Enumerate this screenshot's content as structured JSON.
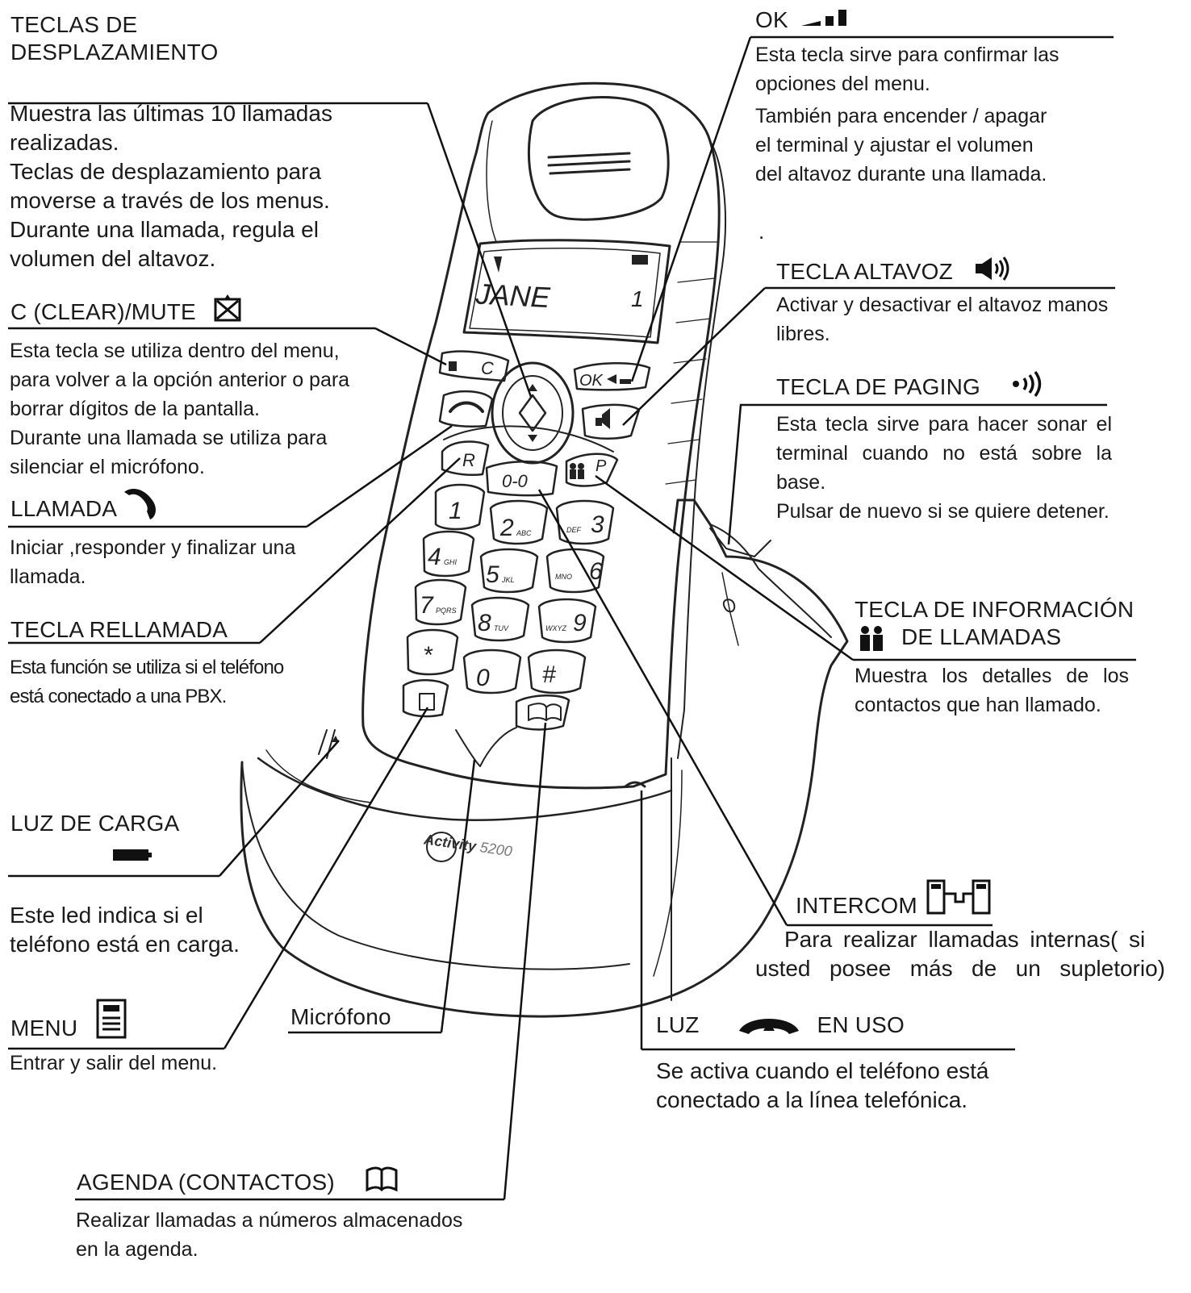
{
  "callouts": {
    "scroll": {
      "title": [
        "TECLAS DE",
        "DESPLAZAMIENTO"
      ],
      "desc": [
        "Muestra las últimas 10 llamadas",
        "realizadas.",
        "Teclas de desplazamiento para",
        "moverse a través de los menus.",
        "Durante una llamada, regula el",
        "volumen del altavoz."
      ]
    },
    "clear": {
      "title": "C (CLEAR)/MUTE",
      "icon": "mute-icon",
      "desc": [
        "Esta tecla se utiliza dentro del menu,",
        "para volver a la opción anterior o para",
        "borrar dígitos de la pantalla.",
        "Durante una llamada se utiliza para",
        "silenciar el micrófono."
      ]
    },
    "call": {
      "title": "LLAMADA",
      "icon": "handset-icon",
      "desc": [
        "Iniciar ,responder y finalizar una",
        "llamada."
      ]
    },
    "redial": {
      "title": "TECLA RELLAMADA",
      "desc": [
        "Esta función se utiliza si el teléfono",
        "está conectado a una PBX."
      ]
    },
    "charge": {
      "title": "LUZ DE CARGA",
      "icon": "charge-led-icon",
      "desc": [
        "Este led indica si el",
        "teléfono está en carga."
      ]
    },
    "menu": {
      "title": "MENU",
      "icon": "menu-icon",
      "desc": [
        "Entrar y salir del menu."
      ]
    },
    "mic": {
      "title": "Micrófono"
    },
    "agenda": {
      "title": "AGENDA (CONTACTOS)",
      "icon": "book-icon",
      "desc": [
        "Realizar llamadas a números almacenados",
        "en la agenda."
      ]
    },
    "ok": {
      "title": "OK",
      "icon": "signal-bars-icon",
      "desc": [
        "Esta tecla sirve para confirmar las",
        "opciones del menu.",
        "También para encender / apagar",
        "el terminal y ajustar el volumen",
        "del altavoz durante una llamada."
      ],
      "dot": "."
    },
    "speaker": {
      "title": "TECLA ALTAVOZ",
      "icon": "speaker-icon",
      "desc": [
        "Activar y desactivar el altavoz manos",
        "libres."
      ]
    },
    "paging": {
      "title": "TECLA DE PAGING",
      "icon": "paging-icon",
      "desc": [
        "Esta tecla sirve para hacer sonar el",
        "terminal cuando no está sobre la",
        "base.",
        "Pulsar de nuevo si se quiere detener."
      ]
    },
    "callinfo": {
      "title": [
        "TECLA DE INFORMACIÓN",
        "DE LLAMADAS"
      ],
      "icon": "people-icon",
      "desc": [
        "Muestra los detalles de los",
        "contactos que han llamado."
      ]
    },
    "intercom": {
      "title": "INTERCOM",
      "icon": "intercom-icon",
      "desc": [
        "Para realizar llamadas internas( si",
        "usted posee más de un supletorio)"
      ]
    },
    "inuse": {
      "title_a": "LUZ",
      "title_b": "EN USO",
      "icon": "line-in-use-icon",
      "desc": [
        "Se activa cuando el teléfono está",
        "conectado a la línea telefónica."
      ]
    }
  },
  "phone": {
    "display_text": "JANE",
    "display_digit": "1",
    "ok_key": "OK",
    "clear_key": "C",
    "redial_key": "R",
    "paging_key": "P",
    "intercom_key": "0-0",
    "keys": [
      {
        "digit": "1",
        "letters": ""
      },
      {
        "digit": "2",
        "letters": "ABC"
      },
      {
        "digit": "3",
        "letters": "DEF"
      },
      {
        "digit": "4",
        "letters": "GHI"
      },
      {
        "digit": "5",
        "letters": "JKL"
      },
      {
        "digit": "6",
        "letters": "MNO"
      },
      {
        "digit": "7",
        "letters": "PQRS"
      },
      {
        "digit": "8",
        "letters": "TUV"
      },
      {
        "digit": "9",
        "letters": "WXYZ"
      },
      {
        "digit": "*",
        "letters": ""
      },
      {
        "digit": "0",
        "letters": ""
      },
      {
        "digit": "#",
        "letters": ""
      }
    ],
    "brand": "Activity",
    "model": "5200"
  }
}
